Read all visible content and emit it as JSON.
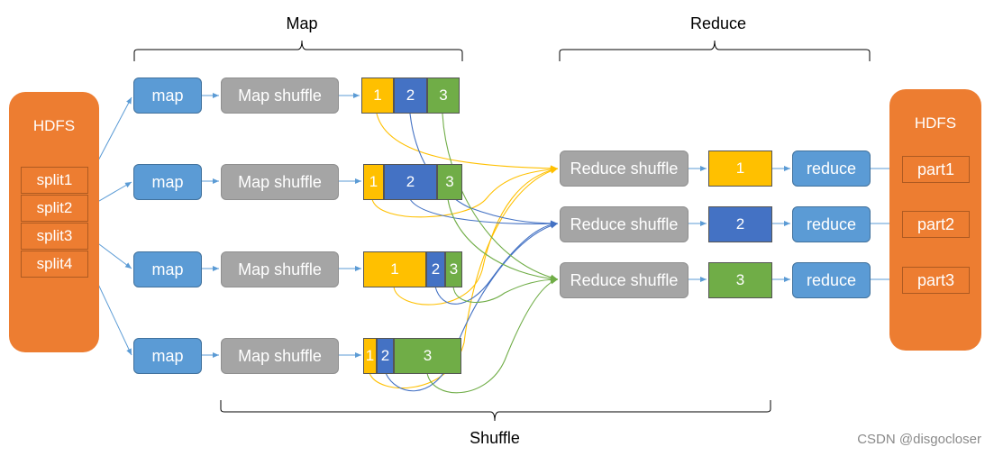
{
  "labels": {
    "map": "Map",
    "reduce": "Reduce",
    "shuffle": "Shuffle"
  },
  "hdfs_left": {
    "title": "HDFS",
    "splits": [
      "split1",
      "split2",
      "split3",
      "split4"
    ]
  },
  "hdfs_right": {
    "title": "HDFS",
    "parts": [
      "part1",
      "part2",
      "part3"
    ]
  },
  "map_rows": [
    {
      "map": "map",
      "shuffle": "Map shuffle",
      "segments": [
        "1",
        "2",
        "3"
      ]
    },
    {
      "map": "map",
      "shuffle": "Map shuffle",
      "segments": [
        "1",
        "2",
        "3"
      ]
    },
    {
      "map": "map",
      "shuffle": "Map shuffle",
      "segments": [
        "1",
        "2",
        "3"
      ]
    },
    {
      "map": "map",
      "shuffle": "Map shuffle",
      "segments": [
        "1",
        "2",
        "3"
      ]
    }
  ],
  "reduce_rows": [
    {
      "shuffle": "Reduce shuffle",
      "partition": "1",
      "reduce": "reduce"
    },
    {
      "shuffle": "Reduce shuffle",
      "partition": "2",
      "reduce": "reduce"
    },
    {
      "shuffle": "Reduce shuffle",
      "partition": "3",
      "reduce": "reduce"
    }
  ],
  "colors": {
    "partition1": "#ffc000",
    "partition2": "#4472c4",
    "partition3": "#70ad47",
    "arrow": "#5b9bd5"
  },
  "watermark": "CSDN @disgocloser"
}
